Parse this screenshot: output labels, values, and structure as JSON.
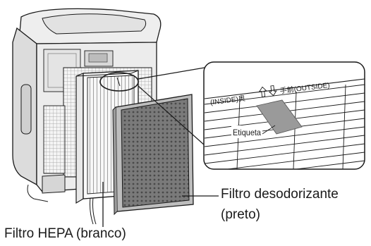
{
  "labels": {
    "hepa_filter": "Filtro HEPA (branco)",
    "deodorizing_filter_line1": "Filtro desodorizante",
    "deodorizing_filter_line2": "(preto)"
  },
  "callout": {
    "inside_text": "(INSIDE)奥",
    "outside_text": "手前(OUTSIDE)",
    "tag_label": "Etiqueta"
  },
  "colors": {
    "line": "#1a1a1a",
    "device_fill": "#ececec",
    "device_shade": "#d4d4d4",
    "dark_filter": "#6e6e6e",
    "background": "#ffffff"
  }
}
